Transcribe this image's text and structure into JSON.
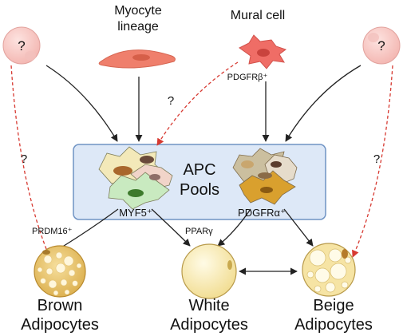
{
  "cells": {
    "myocyte_label": [
      "Myocyte",
      "lineage"
    ],
    "mural_label": "Mural cell",
    "pdgfrb_label": "PDGFRβ⁺",
    "unknown_left_mark": "?",
    "unknown_right_mark": "?"
  },
  "question_marks": {
    "left_path": "?",
    "myocyte_mural": "?",
    "right_path": "?"
  },
  "pools": {
    "title": [
      "APC",
      "Pools"
    ],
    "myf5_label": "MYF5⁺",
    "pdgfra_label": "PDGFRα⁺"
  },
  "pathway_labels": {
    "prdm16": "PRDM16⁺",
    "ppar": "PPARγ"
  },
  "adipocytes": {
    "brown": [
      "Brown",
      "Adipocytes"
    ],
    "white": [
      "White",
      "Adipocytes"
    ],
    "beige": [
      "Beige",
      "Adipocytes"
    ]
  },
  "colors": {
    "pool_fill": "#dde8f7",
    "pool_border": "#6f93c4",
    "red_dashed_arrow": "#d73a32",
    "black_arrow": "#222222",
    "unknown_cell": "#f7c9c6",
    "myocyte": "#ef7f6c",
    "mural": "#ef6d66",
    "brown_fat": "#f2d382",
    "white_fat": "#f8ecb7",
    "beige_fat": "#f6e4a4"
  }
}
